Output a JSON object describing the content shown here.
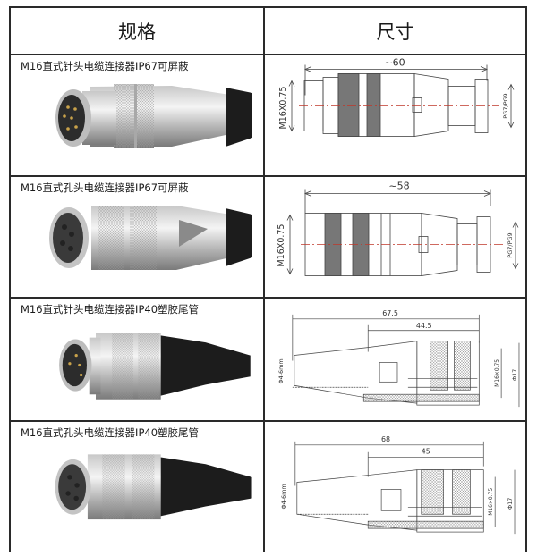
{
  "table": {
    "headers": {
      "spec": "规格",
      "dimension": "尺寸"
    },
    "rows": [
      {
        "label": "M16直式针头电缆连接器IP67可屏蔽",
        "photo": "male-pin-connector-metal-shielded",
        "drawing": {
          "overall_length": "~60",
          "thread": "M16X0.75",
          "cable_gland": "PG7/PG9"
        }
      },
      {
        "label": "M16直式孔头电缆连接器IP67可屏蔽",
        "photo": "female-socket-connector-metal-shielded",
        "drawing": {
          "overall_length": "~58",
          "thread": "M16X0.75",
          "cable_gland": "PG7/PG9"
        }
      },
      {
        "label": "M16直式针头电缆连接器IP40塑胶尾管",
        "photo": "male-pin-connector-plastic-tail",
        "drawing": {
          "overall_length": "67.5",
          "body_length": "44.5",
          "cable_diameter": "Φ4-6mm",
          "thread": "M16×0.75",
          "outer_diameter": "Φ17"
        }
      },
      {
        "label": "M16直式孔头电缆连接器IP40塑胶尾管",
        "photo": "female-socket-connector-plastic-tail",
        "drawing": {
          "overall_length": "68",
          "body_length": "45",
          "cable_diameter": "Φ4-6mm",
          "thread": "M16×0.75",
          "outer_diameter": "Φ17"
        }
      }
    ]
  },
  "colors": {
    "border": "#2a2a2a",
    "centerline": "#c0392b",
    "metal_light": "#e8e8e8",
    "metal_dark": "#9a9a9a",
    "rubber_black": "#1c1c1c",
    "pin_gold": "#c9a24a"
  }
}
